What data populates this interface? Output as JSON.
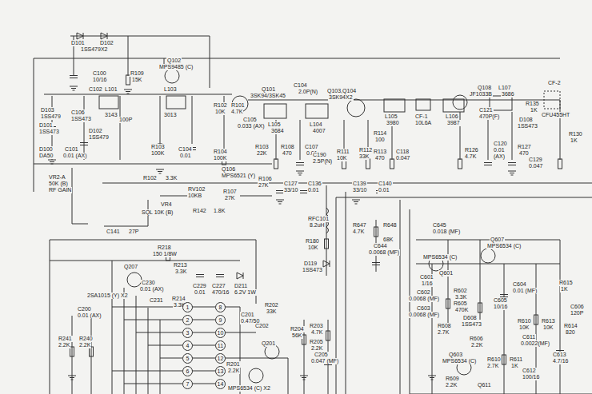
{
  "diagram": {
    "labels": [
      "D101",
      "D102",
      "1SS479X2",
      "C100",
      "10/16",
      "R109",
      "15K",
      "Q102",
      "MPS9485 (C)",
      "R102",
      "10K",
      "R101",
      "4.7K",
      "Q101",
      "3SK94/3SK45",
      "C104",
      "2.0P(N)",
      "Q103,Q104",
      "3SK94X2",
      "Q108",
      "JF1033B",
      "L107",
      "3686",
      "CF-2",
      "CFU455HT",
      "C102",
      "L101",
      "3143",
      "L103",
      "3013",
      "C106",
      "1SS473",
      "D103",
      "1SS479",
      "100P",
      "C105",
      "0.033 (AX)",
      "L105",
      "3684",
      "L104",
      "4007",
      "L105",
      "3980",
      "CF-1",
      "10L6A",
      "L106",
      "3987",
      "C121",
      "470P(F)",
      "R135",
      "1K",
      "D108",
      "1SS473",
      "D101",
      "1SS473",
      "D100",
      "DA50",
      "C101",
      "0.01 (AX)",
      "D102",
      "1SS479",
      "R103",
      "100K",
      "C104",
      "0.01",
      "R104",
      "100K",
      "R103",
      "22K",
      "R108",
      "470",
      "C107",
      "0.01",
      "C190",
      "2.5P(N)",
      "R111",
      "10K",
      "R112",
      "33K",
      "R113",
      "470",
      "C118",
      "0.047",
      "R114",
      "100",
      "R126",
      "4.7K",
      "C120",
      "0.01",
      "(AX)",
      "R127",
      "470",
      "C129",
      "0.047",
      "R130",
      "1K",
      "VR2-A",
      "50K (B)",
      "RF GAIN",
      "R102",
      "3.3K",
      "Q106",
      "MPS6521 (Y)",
      "R106",
      "27K",
      "C127",
      "33/10",
      "C136",
      "0.01",
      "C139",
      "33/10",
      "C140",
      "0.01",
      "RV102",
      "10KB",
      "R107",
      "27K",
      "VR4",
      "SQL 10K (B)",
      "R142",
      "1.8K",
      "C141",
      "27P",
      "RFC101",
      "8.2uH",
      "R180",
      "10K",
      "D119",
      "1SS473",
      "R647",
      "4.7K",
      "R648",
      "68K",
      "C644",
      "0.0068 (MF)",
      "C645",
      "0.018 (MF)",
      "Q601",
      "MPS6534 (C)",
      "Q607",
      "MPS6534 (C)",
      "C601",
      "1/16",
      "C602",
      "0.0068 (MF)",
      "C603",
      "0.0068 (MF)",
      "R602",
      "3.3K",
      "R605",
      "470K",
      "C604",
      "0.01 (MF)",
      "C605",
      "10/16",
      "R615",
      "1K",
      "R608",
      "2.7K",
      "D608",
      "1SS473",
      "R606",
      "2.2K",
      "R610",
      "10K",
      "R613",
      "10K",
      "R614",
      "820",
      "C606",
      "120P",
      "C611",
      "0.0022(MF)",
      "Q603",
      "MPS6534 (C)",
      "R610",
      "2.7K",
      "R611",
      "1K",
      "C612",
      "100/16",
      "C613",
      "4.7/16",
      "R609",
      "2.2K",
      "Q611",
      "R218",
      "150 1/8W",
      "R213",
      "3.3K",
      "Q207",
      "C230",
      "0.01 (AX)",
      "C229",
      "0.01",
      "C227",
      "470/16",
      "D211",
      "6.2V 1W",
      "2SA1015 (Y) X2",
      "C200",
      "0.01 (AX)",
      "C231",
      "R214",
      "3.3K",
      "R241",
      "2.2K",
      "R240",
      "2.2K",
      "C201",
      "0.47/50",
      "R202",
      "33K",
      "C202",
      "Q201",
      "MPS6534 (C) X2",
      "R204",
      "56K",
      "R203",
      "4.7K",
      "R205",
      "2.2K",
      "C205",
      "0.047 (MF)",
      "R201",
      "2.2K",
      "1",
      "2",
      "3",
      "4",
      "5",
      "6",
      "7",
      "8",
      "9",
      "10",
      "11",
      "12",
      "13",
      "14"
    ]
  }
}
